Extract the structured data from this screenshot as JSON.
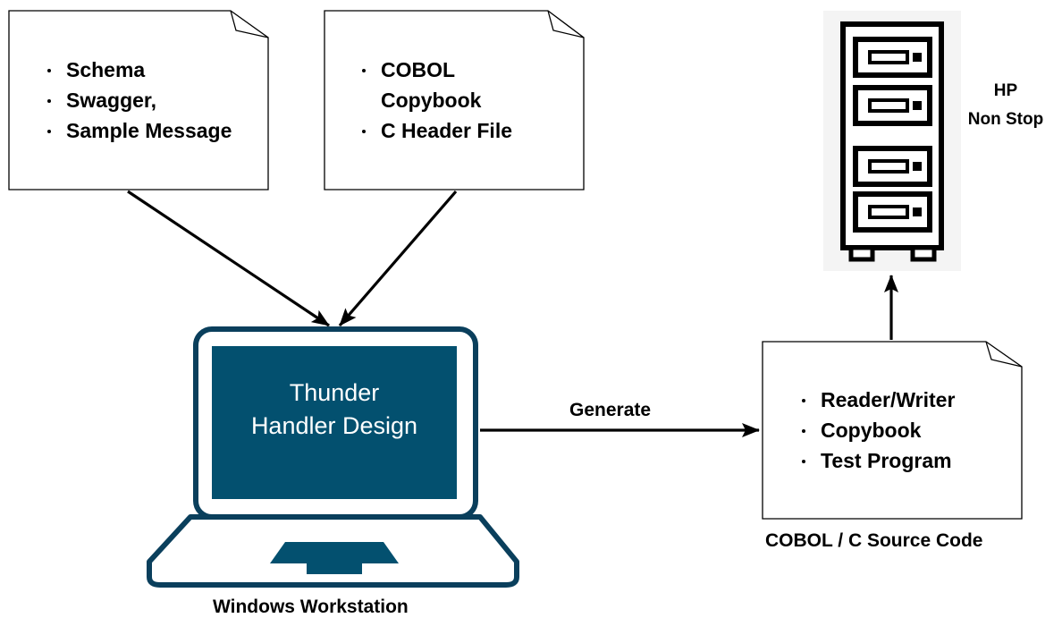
{
  "documents": {
    "input_schema": {
      "items": [
        "Schema",
        "Swagger,",
        "Sample Message"
      ]
    },
    "input_copybook": {
      "items": [
        "COBOL",
        "Copybook",
        "C Header File"
      ]
    },
    "output_source": {
      "items": [
        "Reader/Writer",
        "Copybook",
        "Test Program"
      ]
    }
  },
  "workstation": {
    "screen_line1": "Thunder",
    "screen_line2": "Handler Design",
    "caption": "Windows Workstation"
  },
  "arrow_label": "Generate",
  "output_caption": "COBOL / C Source Code",
  "server": {
    "line1": "HP",
    "line2": "Non Stop"
  },
  "colors": {
    "screen": "#03506f",
    "outline": "#0a3f5c",
    "line": "#000000",
    "server_bg": "#f4f4f4"
  }
}
